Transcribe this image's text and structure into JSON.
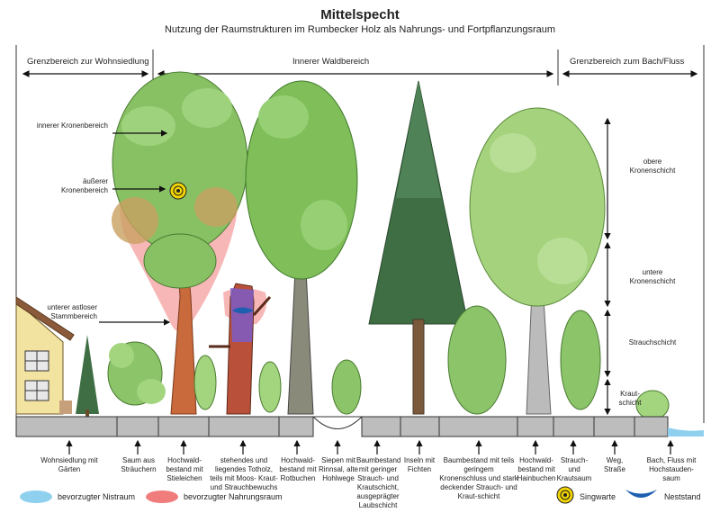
{
  "title": "Mittelspecht",
  "subtitle": "Nutzung der Raumstrukturen im Rumbecker Holz als Nahrungs- und Fortpflanzungsraum",
  "zones": {
    "left": "Grenzbereich zur Wohnsiedlung",
    "center": "Innerer Waldbereich",
    "right": "Grenzbereich zum Bach/Fluss"
  },
  "tree_parts": {
    "inner_crown": "innerer Kronenbereich",
    "outer_crown": "äußerer Kronenbereich",
    "lower_trunk": "unterer astloser Stammbereich"
  },
  "layers": {
    "upper_crown": "obere Kronenschicht",
    "lower_crown": "untere Kronenschicht",
    "shrub": "Strauchschicht",
    "herb": "Kraut-schicht"
  },
  "bottom_labels": [
    "Wohnsiedlung mit Gärten",
    "Saum aus Sträuchern",
    "Hochwald-bestand mit Stieleichen",
    "stehendes und liegendes Totholz, teils mit Moos- Kraut- und Strauchbewuchs",
    "Hochwald-bestand mit Rotbuchen",
    "Siepen mit Rinnsal, alte Hohlwege",
    "Baumbestand mit geringer Strauch- und Krautschicht, ausgeprägter Laubschicht",
    "Inseln mit Fichten",
    "Baumbestand mit teils geringem Kronenschluss und stark deckender Strauch- und Kraut-schicht",
    "Hochwald-bestand mit Hainbuchen",
    "Strauch- und Krautsaum",
    "Weg, Straße",
    "Bach, Fluss mit Hochstauden-saum"
  ],
  "legend": {
    "nest_area": "bevorzugter Nistraum",
    "food_area": "bevorzugter Nahrungsraum",
    "song_post": "Singwarte",
    "nest_site": "Neststand"
  },
  "colors": {
    "nest_area": "#8fd0ee",
    "food_area": "#f07c7c",
    "song_post": "#f2d400",
    "nest_site": "#1f5fb0",
    "leaf": "#7bbf5a",
    "conifer": "#3f6e45",
    "ground": "#bdbdbd"
  }
}
